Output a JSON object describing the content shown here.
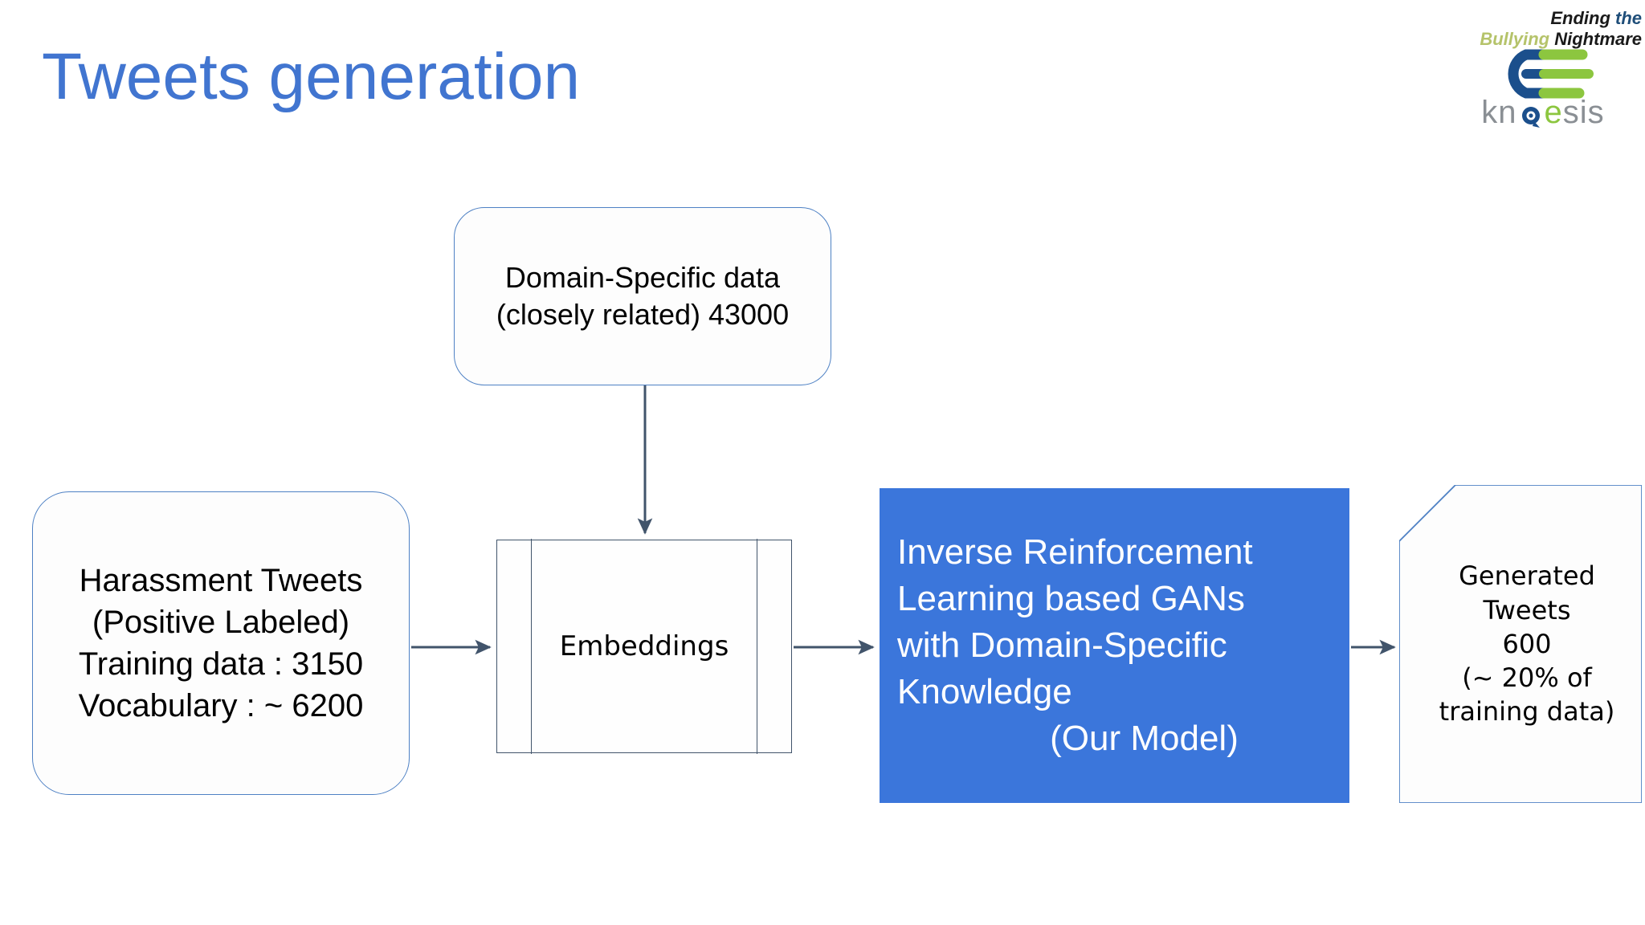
{
  "slide": {
    "title": "Tweets generation",
    "title_color": "#4175D0",
    "background": "#ffffff"
  },
  "logo": {
    "tagline_line1_a": "Ending",
    "tagline_line1_b": "the",
    "tagline_line2_a": "Bullying",
    "tagline_line2_b": "Nightmare",
    "wordmark_kn": "kn",
    "wordmark_e": "e",
    "wordmark_sis": "sis",
    "colors": {
      "tagline_dark": "#1a1a1a",
      "tagline_blue": "#1F4E79",
      "tagline_green": "#B5C36A",
      "mark_blue": "#1B4F8C",
      "mark_green": "#8CC63F",
      "wordmark_gray": "#8a8f94"
    }
  },
  "diagram": {
    "domain_data_box": {
      "line1": "Domain-Specific data",
      "line2": "(closely related)  43000"
    },
    "harassment_box": {
      "line1": "Harassment Tweets",
      "line2": "(Positive Labeled)",
      "line3": "Training data : 3150",
      "line4": "Vocabulary : ~ 6200"
    },
    "embeddings_box": {
      "label": "Embeddings"
    },
    "model_box": {
      "line1": "Inverse Reinforcement",
      "line2": "Learning based GANs",
      "line3": "with Domain-Specific",
      "line4": "Knowledge",
      "line5": "(Our Model)",
      "fill_color": "#3B76DB",
      "text_color": "#FFFFFF"
    },
    "generated_box": {
      "line1": "Generated",
      "line2": "Tweets",
      "line3": "600",
      "line4": "(~ 20% of",
      "line5": "training data)"
    },
    "connectors": {
      "domain_to_embeddings": "arrow-down",
      "harassment_to_embeddings": "arrow-right",
      "embeddings_to_model": "arrow-right",
      "model_to_generated": "arrow-right",
      "stroke_color": "#41546B"
    }
  }
}
